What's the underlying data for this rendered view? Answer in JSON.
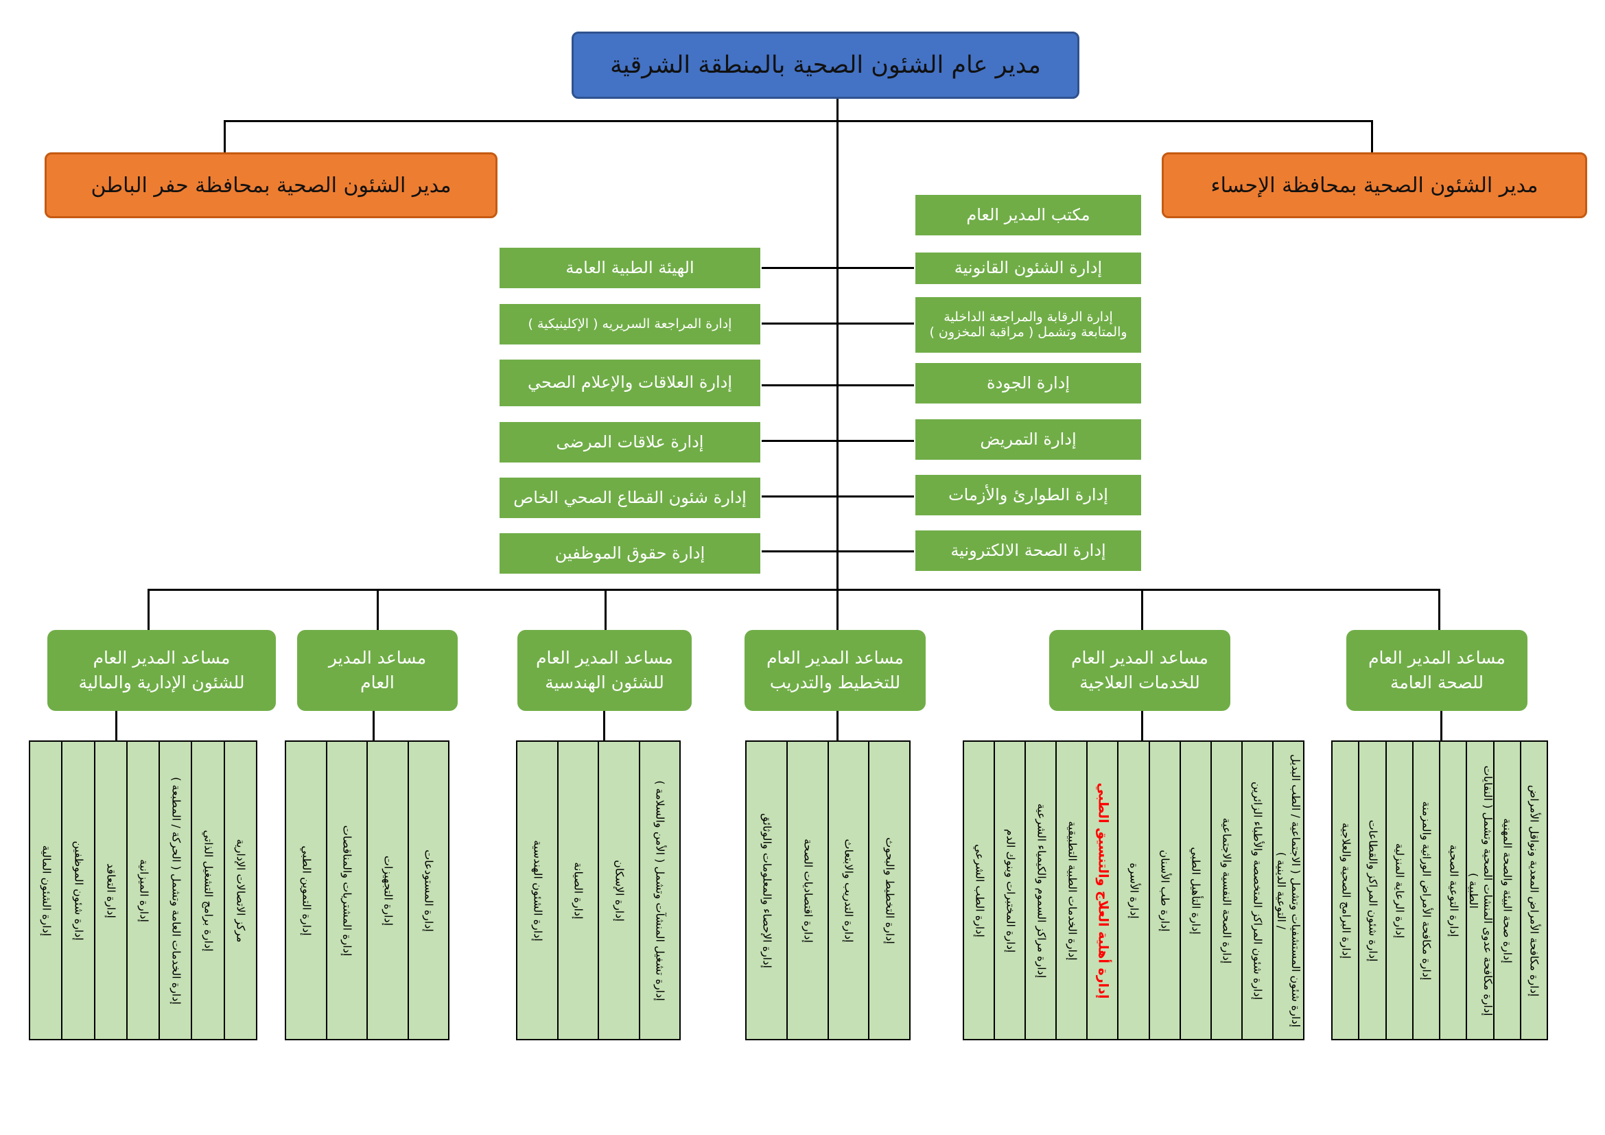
{
  "general_director": "مدير عام الشئون الصحية بالمنطقة الشرقية",
  "branches": {
    "right": "مدير الشئون الصحية بمحافظة الإحساء",
    "left": "مدير الشئون الصحية بمحافظة حفر الباطن"
  },
  "right_column": [
    "مكتب المدير العام",
    "إدارة الشئون القانونية",
    "إدارة الرقابة والمراجعة الداخلية والمتابعة وتشمل ( مراقبة المخزون )",
    "إدارة الجودة",
    "إدارة التمريض",
    "إدارة الطوارئ والأزمات",
    "إدارة الصحة الالكترونية"
  ],
  "left_column": [
    "الهيئة الطبية العامة",
    "إدارة المراجعة السريريه ( الإكلينيكية )",
    "إدارة العلاقات والإعلام الصحي",
    "إدارة علاقات المرضى",
    "إدارة شئون القطاع الصحي الخاص",
    "إدارة حقوق الموظفين"
  ],
  "assistants": [
    {
      "line1": "مساعد المدير العام",
      "line2": "للصحة العامة",
      "units": [
        "إدارة مكافحة الأمراض المعدية ونواقل الأمراض",
        "إدارة صحة البيئة والصحة المهنية",
        "إدارة مكافحة عدوى المنشآت الصحية وتشمل ( النفايات الطبية )",
        "إدارة التوعية الصحية",
        "إدارة مكافحة الأمراض الوراثية والمزمنة",
        "إدارة الرعاية المنزلية",
        "إدارة شئون المراكز والقطاعات",
        "إدارة البرامج الصحية والعلاجية"
      ]
    },
    {
      "line1": "مساعد المدير العام",
      "line2": "للخدمات العلاجية",
      "units": [
        "إدارة شئون المستشفيات وتشمل ( الاجتماعية / الطب البديل / التوعية الدينية )",
        "إدارة شئون المراكز المتخصصة والأطباء الزائرين",
        "إدارة الصحة النفسية والاجتماعية",
        "إدارة التأهيل الطبي",
        "إدارة طب الأسنان",
        "إدارة الأسرة",
        "إدارة أهلية العلاج والتنسيق الطبي",
        "إدارة الخدمات الطبية التطبيقية",
        "إدارة مراكز السموم والكيمياء الشرعية",
        "إدارة المختبرات وبنوك الدم",
        "إدارة الطب الشرعي"
      ]
    },
    {
      "line1": "مساعد المدير العام",
      "line2": "للتخطيط والتدريب",
      "units": [
        "إدارة التخطيط والبحوث",
        "إدارة التدريب والابتعاث",
        "إدارة اقتصاديات الصحة",
        "إدارة الإحصاء والمعلومات والوثائق"
      ]
    },
    {
      "line1": "مساعد المدير العام",
      "line2": "للشئون الهندسية",
      "units": [
        "إدارة تشغيل المنشآت وتشمل ( الأمن والسلامة )",
        "إدارة الإسكان",
        "إدارة الصيانة",
        "إدارة الشئون الهندسية"
      ]
    },
    {
      "line1": "مساعد المدير",
      "line2": "العام",
      "units": [
        "إدارة المستودعات",
        "إدارة التجهيزات",
        "إدارة المشتريات والمناقصات",
        "إدارة التموين الطبي"
      ]
    },
    {
      "line1": "مساعد المدير العام",
      "line2": "للشئون الإدارية والمالية",
      "units": [
        "مركز الاتصالات الإدارية",
        "إدارة برامج التشغيل الذاتي",
        "إدارة الخدمات العامة وتشمل ( الحركة / المطبعة )",
        "إدارة الميزانية",
        "إدارة التعاقد",
        "إدارة شئون الموظفين",
        "إدارة الشئون المالية"
      ]
    }
  ],
  "highlight_unit": "إدارة أهلية العلاج والتنسيق الطبي",
  "colors": {
    "top": "#4472c4",
    "branch": "#ed7d31",
    "department": "#70ad47",
    "unit": "#c5e0b4",
    "highlight": "#ff0000"
  }
}
